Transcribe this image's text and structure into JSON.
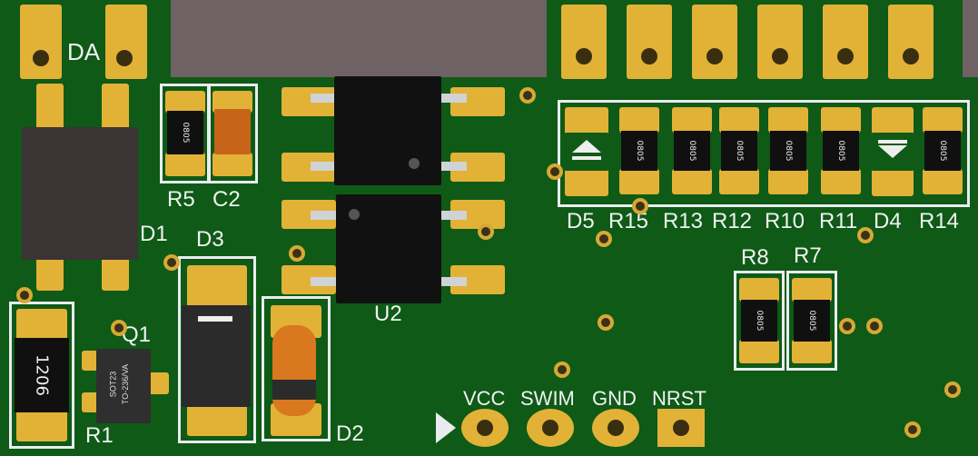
{
  "labels": {
    "DA": "DA",
    "D1": "D1",
    "D3": "D3",
    "R5": "R5",
    "C2": "C2",
    "Q1": "Q1",
    "R1": "R1",
    "D2": "D2",
    "U2": "U2",
    "D5": "D5",
    "R15": "R15",
    "R13": "R13",
    "R12": "R12",
    "R10": "R10",
    "R11": "R11",
    "D4": "D4",
    "R14": "R14",
    "R8": "R8",
    "R7": "R7"
  },
  "connector": [
    "VCC",
    "SWIM",
    "GND",
    "NRST"
  ],
  "markings": {
    "big_resistor": "1206",
    "r5": "0805",
    "q1_line1": "SOT23",
    "q1_line2": "TO-236/VA",
    "r15": "0805",
    "r13": "0805",
    "r12": "0805",
    "r10": "0805",
    "r11": "0805",
    "r14": "0805",
    "r8": "0805",
    "r7": "0805"
  },
  "colors": {
    "board": "#0f5a16",
    "copper_pad": "#e2b237",
    "silkscreen": "#f0f2f3",
    "capacitor": "#c8641a",
    "background": "#6e6264"
  }
}
